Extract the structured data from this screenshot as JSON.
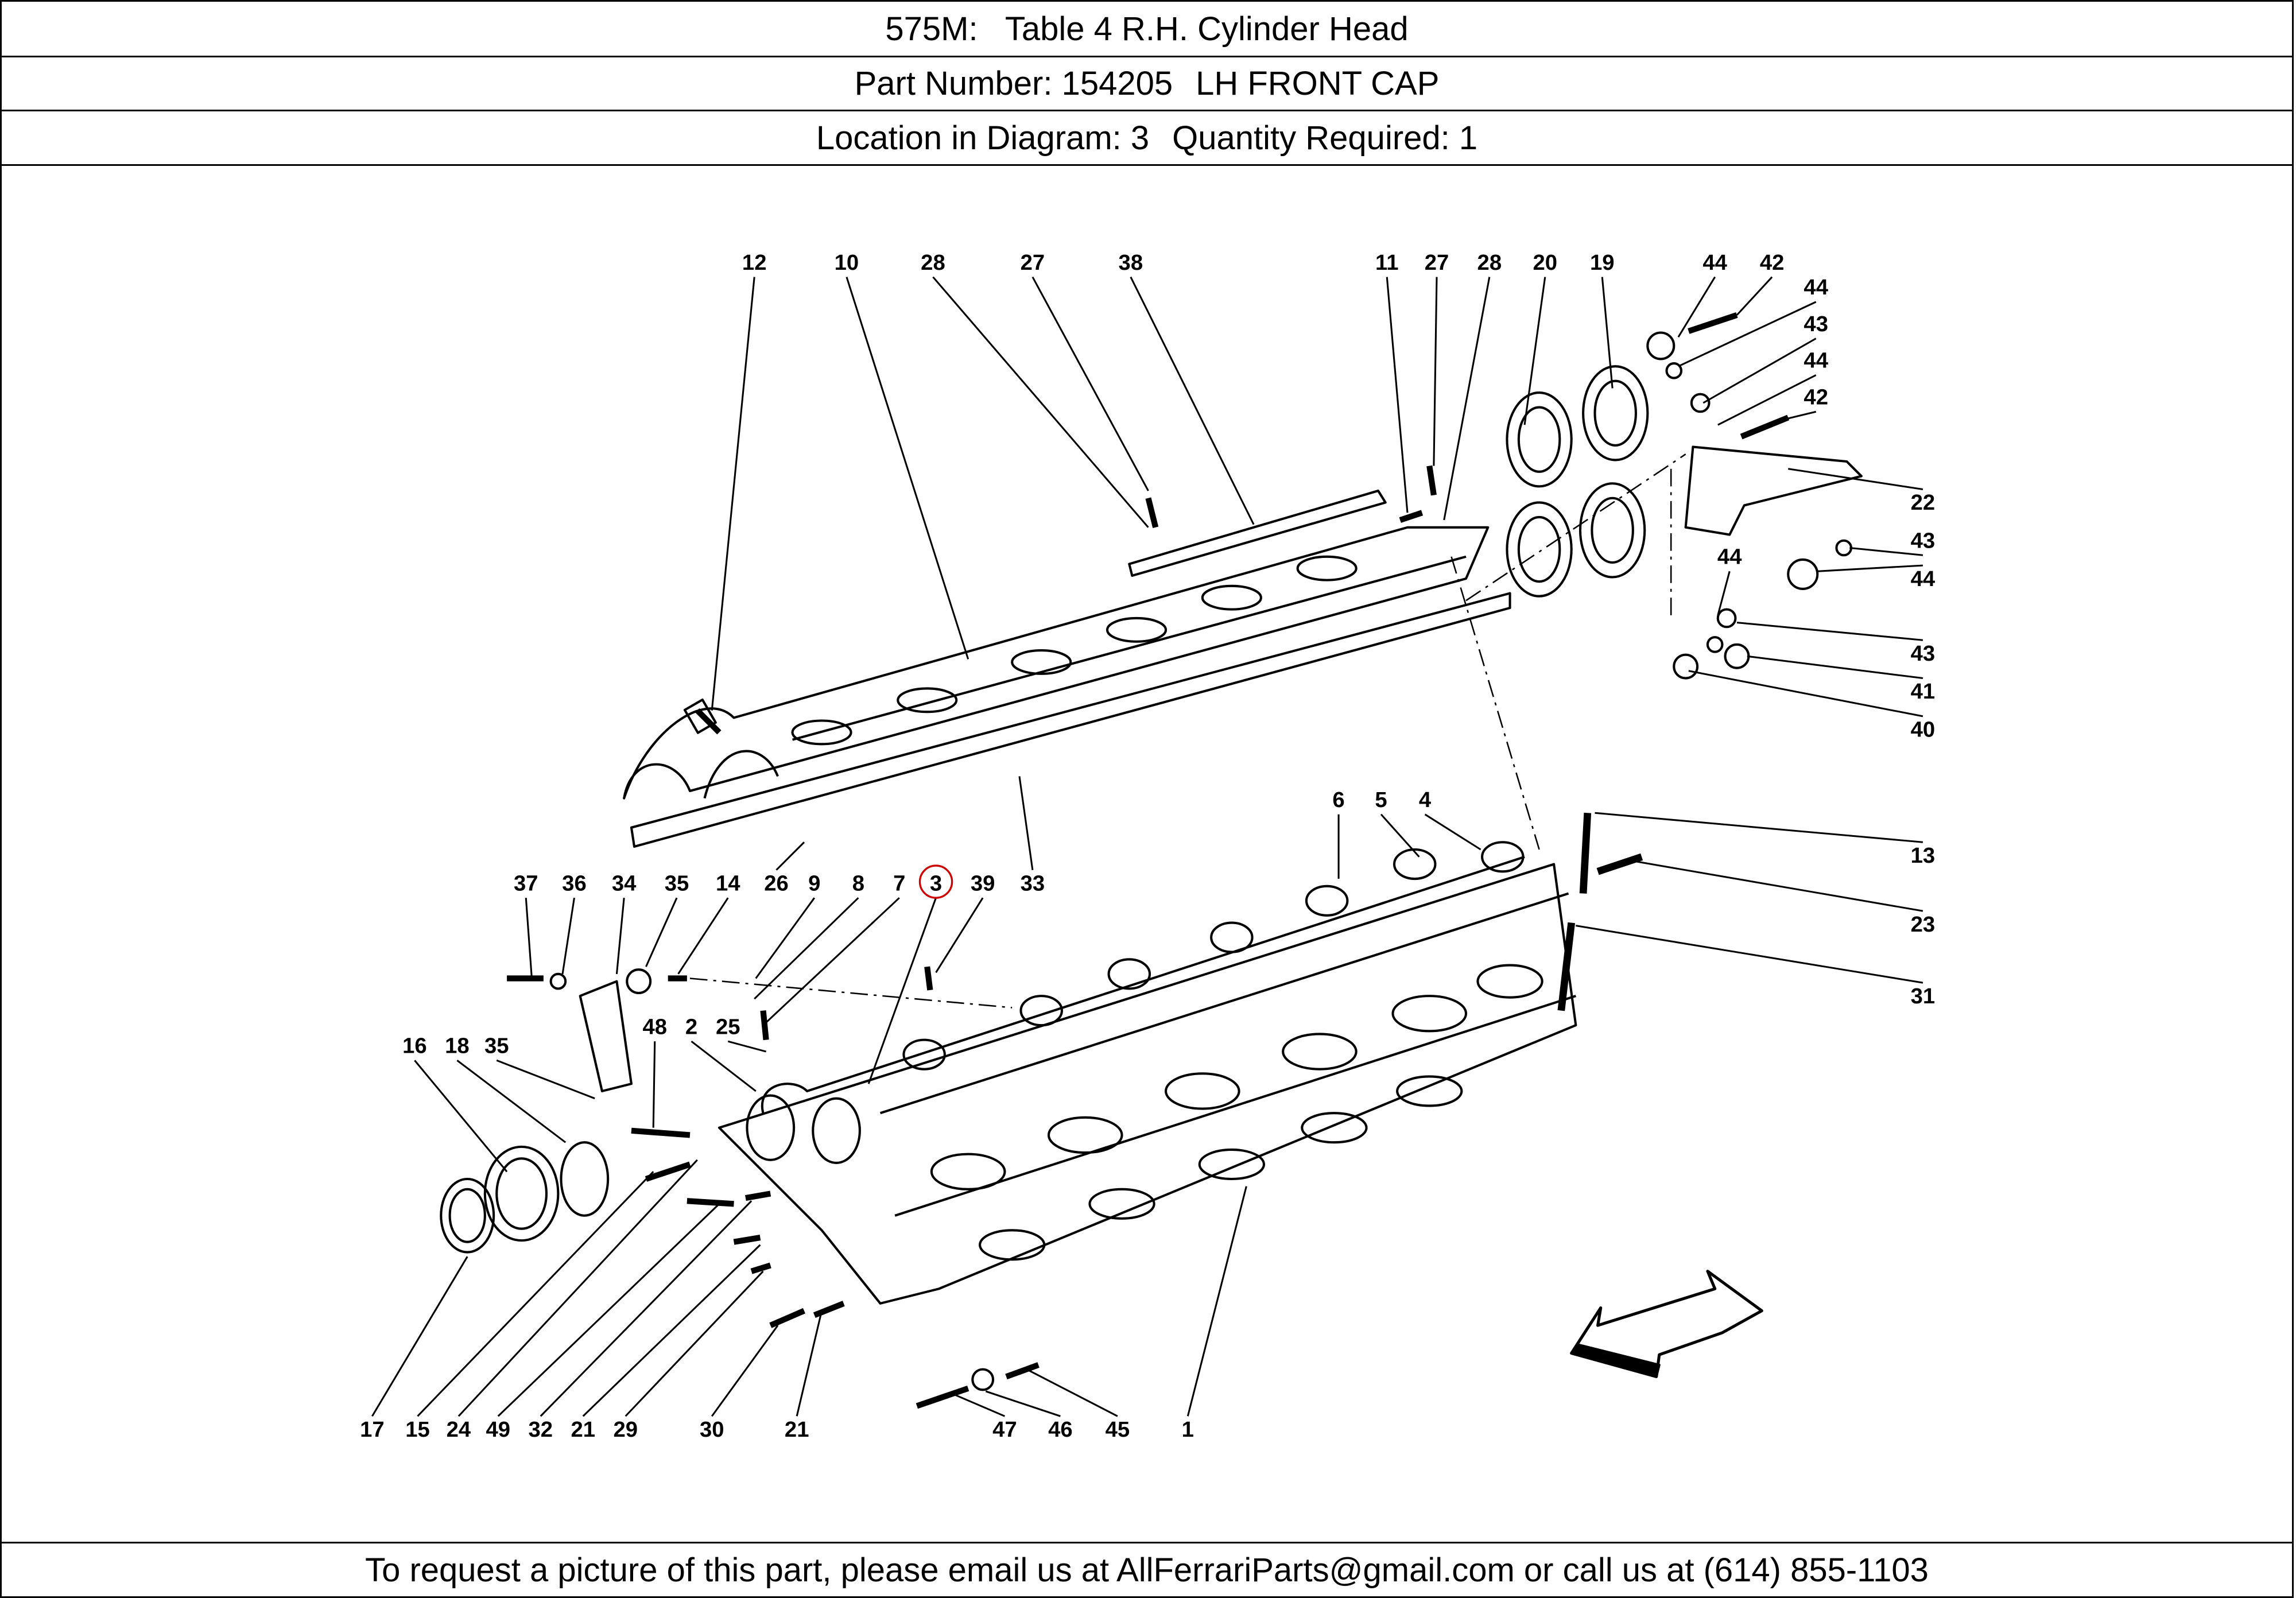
{
  "header": {
    "title": "575M:   Table 4 R.H. Cylinder Head",
    "part_number_label": "Part Number: 154205",
    "part_name": "LH FRONT CAP",
    "location_label": "Location in Diagram: 3",
    "quantity_label": "Quantity Required: 1"
  },
  "diagram": {
    "highlight_color": "#cc0000",
    "highlighted_callout": "3",
    "callouts": [
      "12",
      "10",
      "28",
      "27",
      "38",
      "11",
      "27",
      "28",
      "20",
      "19",
      "44",
      "42",
      "44",
      "43",
      "44",
      "42",
      "22",
      "43",
      "44",
      "44",
      "43",
      "41",
      "40",
      "6",
      "5",
      "4",
      "13",
      "23",
      "31",
      "37",
      "36",
      "34",
      "35",
      "14",
      "26",
      "9",
      "8",
      "7",
      "3",
      "39",
      "33",
      "48",
      "2",
      "25",
      "16",
      "18",
      "35",
      "17",
      "15",
      "24",
      "49",
      "32",
      "21",
      "29",
      "30",
      "21",
      "47",
      "46",
      "45",
      "1"
    ]
  },
  "footer": {
    "text": "To request a picture of this part, please email us at AllFerrariParts@gmail.com or call us at (614) 855-1103"
  }
}
